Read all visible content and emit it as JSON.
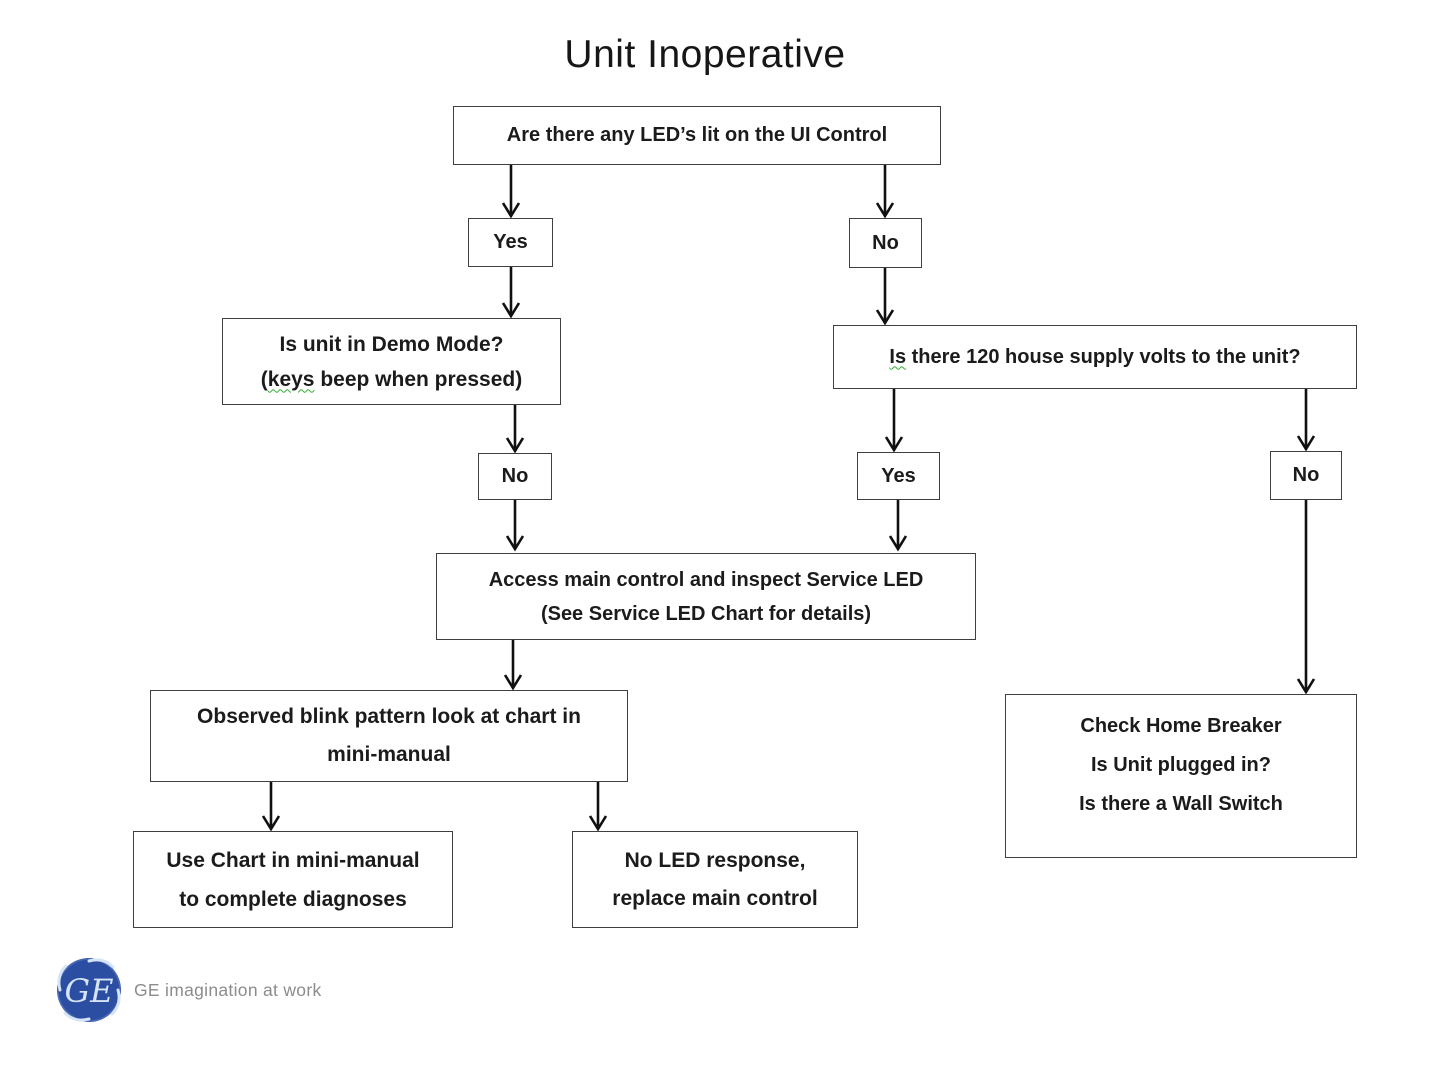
{
  "title": "Unit Inoperative",
  "flowchart": {
    "nodes": {
      "q_led": {
        "label": "Are there any LED’s lit on the UI Control"
      },
      "yes1": {
        "label": "Yes"
      },
      "no1": {
        "label": "No"
      },
      "demo": {
        "line1": "Is unit in Demo Mode?",
        "line2_parts": [
          "(",
          "keys",
          " beep when pressed)"
        ]
      },
      "volts": {
        "label_parts": [
          "Is",
          " there 120 house supply volts to the unit?"
        ]
      },
      "no2": {
        "label": "No"
      },
      "yes2": {
        "label": "Yes"
      },
      "no3": {
        "label": "No"
      },
      "access": {
        "line1": "Access main control and inspect Service LED",
        "line2": "(See Service LED Chart for details)"
      },
      "observed": {
        "line1": "Observed blink pattern look at chart in",
        "line2": "mini-manual"
      },
      "check": {
        "line1": "Check Home Breaker",
        "line2": "Is Unit plugged in?",
        "line3": "Is there a Wall Switch"
      },
      "use_chart": {
        "line1": "Use Chart in mini-manual",
        "line2": "to complete diagnoses"
      },
      "no_led": {
        "line1": "No LED response,",
        "line2": "replace main control"
      }
    }
  },
  "footer": {
    "logo_monogram": "GE",
    "tagline": "GE imagination at work"
  },
  "colors": {
    "line": "#101010",
    "box_border": "#3f3f3f",
    "spellcheck_green": "#2fae2f",
    "ge_blue": "#2b4ea2",
    "ge_light_blue": "#d6e4f7",
    "tagline_gray": "#8c8c8c"
  }
}
